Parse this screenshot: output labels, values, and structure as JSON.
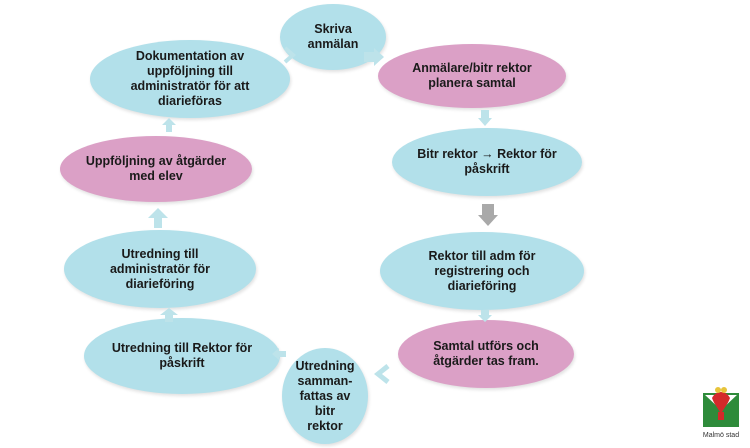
{
  "colors": {
    "blue_node": "#b2e0ea",
    "pink_node": "#dba0c6",
    "arrow": "#bde3ea",
    "arrow_gray": "#a9a9a9"
  },
  "nodes": [
    {
      "label": "Skriva\nanmälan",
      "color": "blue"
    },
    {
      "label": "Anmälare/bitr rektor\nplanera samtal",
      "color": "pink"
    },
    {
      "label": "Bitr rektor → Rektor för\npåskrift",
      "color": "blue"
    },
    {
      "label": "Rektor till adm för\nregistrering och\ndiarieföring",
      "color": "blue"
    },
    {
      "label": "Samtal utförs och\nåtgärder tas fram.",
      "color": "pink"
    },
    {
      "label": "Utredning\nsamman-\nfattas av\nbitr\nrektor",
      "color": "blue"
    },
    {
      "label": "Utredning till Rektor för\npåskrift",
      "color": "blue"
    },
    {
      "label": "Utredning till\nadministratör för\ndiarieföring",
      "color": "blue"
    },
    {
      "label": "Uppföljning av åtgärder\nmed elev",
      "color": "pink"
    },
    {
      "label": "Dokumentation av\nuppföljning till\nadministratör för att\ndiarieföras",
      "color": "blue"
    }
  ],
  "logo": {
    "name": "Malmö stad"
  }
}
